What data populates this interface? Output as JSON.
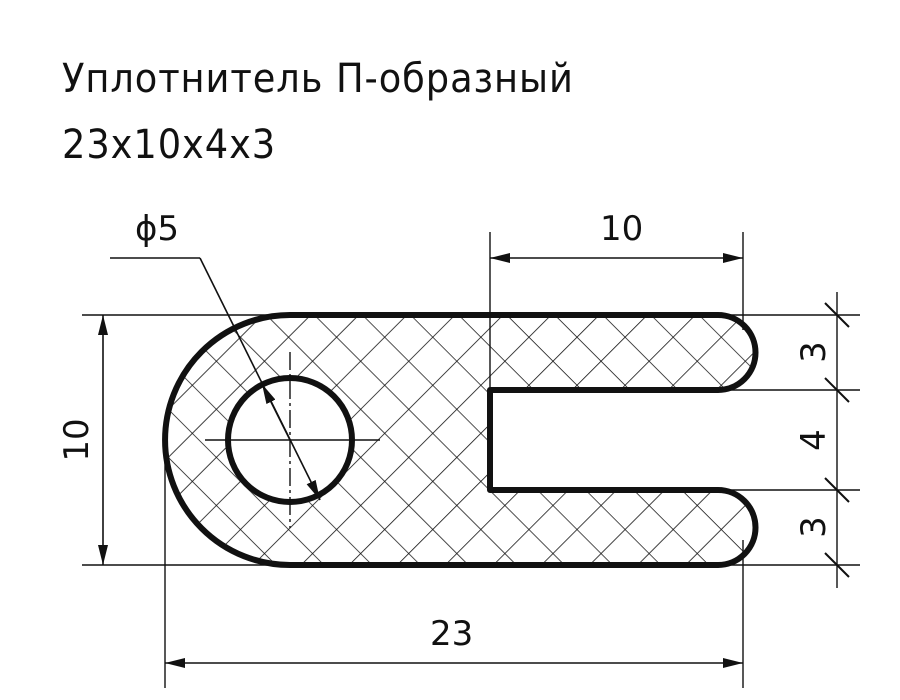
{
  "title": {
    "line1": "Уплотнитель П-образный",
    "line2": "23х10х4х3"
  },
  "dimensions": {
    "hole_diameter": "ϕ5",
    "slot_length": "10",
    "total_height": "10",
    "total_width": "23",
    "top_flange": "3",
    "slot_width": "4",
    "bottom_flange": "3"
  }
}
